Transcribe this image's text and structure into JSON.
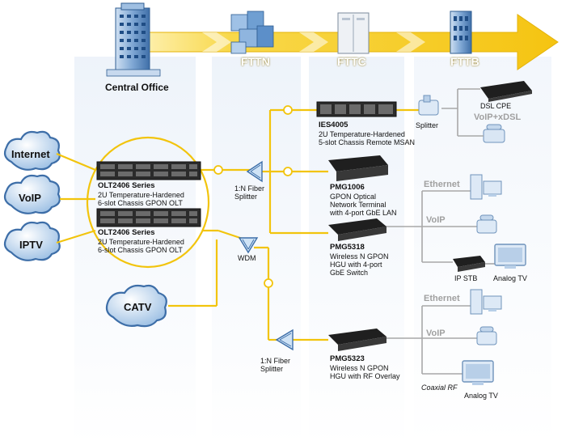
{
  "stages": {
    "fttn": "FTTN",
    "fttc": "FTTC",
    "fttb": "FTTB"
  },
  "central_office": "Central Office",
  "clouds": {
    "internet": "Internet",
    "voip": "VoIP",
    "iptv": "IPTV",
    "catv": "CATV"
  },
  "olt": [
    {
      "name": "OLT2406 Series",
      "line1": "2U Temperature-Hardened",
      "line2": "6-slot Chassis GPON OLT"
    },
    {
      "name": "OLT2406 Series",
      "line1": "2U Temperature-Hardened",
      "line2": "6-slot Chassis GPON OLT"
    }
  ],
  "splitter_top": {
    "line1": "1:N Fiber",
    "line2": "Splitter"
  },
  "wdm": "WDM",
  "splitter_bottom": {
    "line1": "1:N Fiber",
    "line2": "Splitter"
  },
  "ies": {
    "name": "IES4005",
    "line1": "2U Temperature-Hardened",
    "line2": "5-slot Chassis Remote MSAN"
  },
  "splitter_dsl": "Splitter",
  "dsl_cpe": "DSL CPE",
  "voip_xdsl": "VoIP+xDSL",
  "pmg1006": {
    "name": "PMG1006",
    "line1": "GPON Optical",
    "line2": "Network Terminal",
    "line3": "with 4-port GbE LAN"
  },
  "pmg5318": {
    "name": "PMG5318",
    "line1": "Wireless N GPON",
    "line2": "HGU with 4-port",
    "line3": "GbE Switch"
  },
  "pmg5323": {
    "name": "PMG5323",
    "line1": "Wireless N GPON",
    "line2": "HGU with RF Overlay"
  },
  "ethernet_1": "Ethernet",
  "voip_1": "VoIP",
  "ip_stb": "IP STB",
  "analog_tv_1": "Analog TV",
  "ethernet_2": "Ethernet",
  "voip_2": "VoIP",
  "coaxial_rf": "Coaxial RF",
  "analog_tv_2": "Analog TV",
  "colors": {
    "arrow": "#f6cc1f",
    "fiber": "#f2c40c",
    "column": "#eef3f9",
    "device": "#2a2a2a",
    "grey_line": "#a8a8a8"
  }
}
